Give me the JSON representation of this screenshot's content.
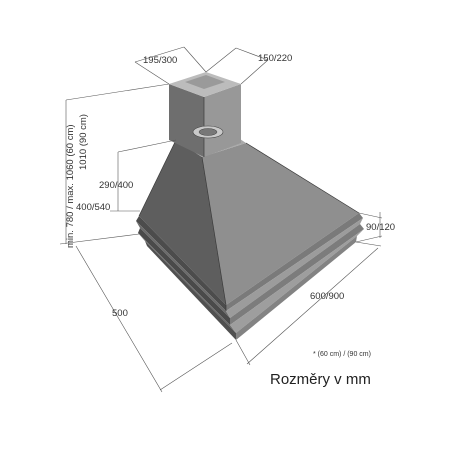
{
  "labels": {
    "chimney_width": "195/300",
    "chimney_depth": "150/220",
    "overall_height": "min. 780 / max. 1060 (60 cm)",
    "overall_height_alt": "1010 (90 cm)",
    "canopy_height": "290/400",
    "body_height": "400/540",
    "rim_height": "90/120",
    "hood_width": "600/900",
    "hood_depth": "500"
  },
  "note": "* (60 cm) / (90 cm)",
  "title": "Rozměry v mm",
  "colors": {
    "hood_front": "#9a9a9a",
    "hood_right": "#8c8c8c",
    "hood_left": "#5e5e5e",
    "chimney_front": "#969696",
    "chimney_side": "#707070",
    "chimney_top": "#b8b8b8",
    "line": "#555555"
  }
}
